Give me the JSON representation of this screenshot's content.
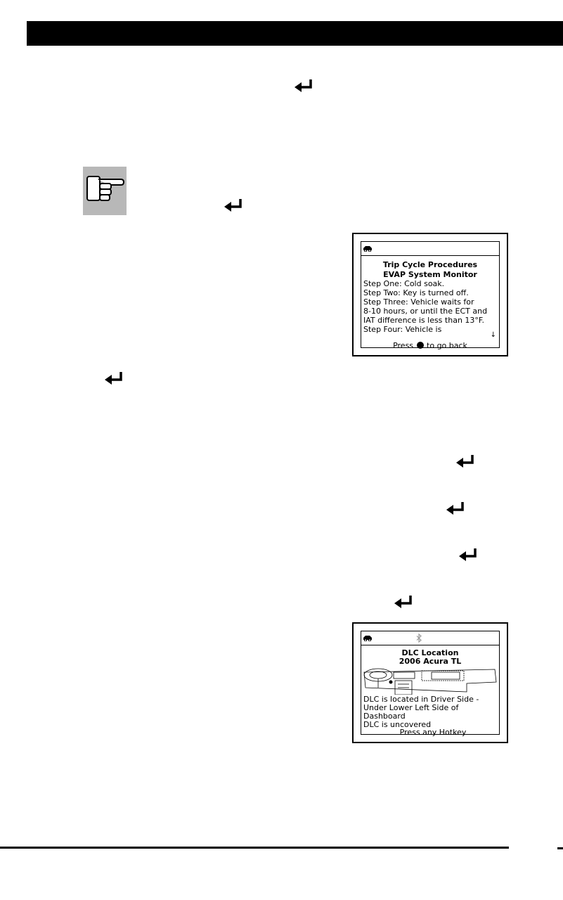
{
  "icons": {
    "enter": "enter-return-icon",
    "note": "pointing-hand-note-icon",
    "vehicle": "car-icon",
    "bluetooth": "bluetooth-icon"
  },
  "trip_screen": {
    "title1": "Trip Cycle Procedures",
    "title2": "EVAP System Monitor",
    "lines": [
      "Step One: Cold soak.",
      "Step Two: Key is turned off.",
      "Step Three: Vehicle waits for",
      "8-10 hours, or until the ECT and",
      "IAT difference is less than 13°F.",
      "Step Four: Vehicle is"
    ],
    "footer_prefix": "Press",
    "footer_suffix": "to go back",
    "scroll": "↓"
  },
  "dlc_screen": {
    "title1": "DLC Location",
    "title2": "2006 Acura TL",
    "lines": [
      "DLC is located in Driver Side -",
      "Under Lower Left Side of",
      "Dashboard",
      "DLC is uncovered"
    ],
    "footer": "Press any Hotkey"
  }
}
